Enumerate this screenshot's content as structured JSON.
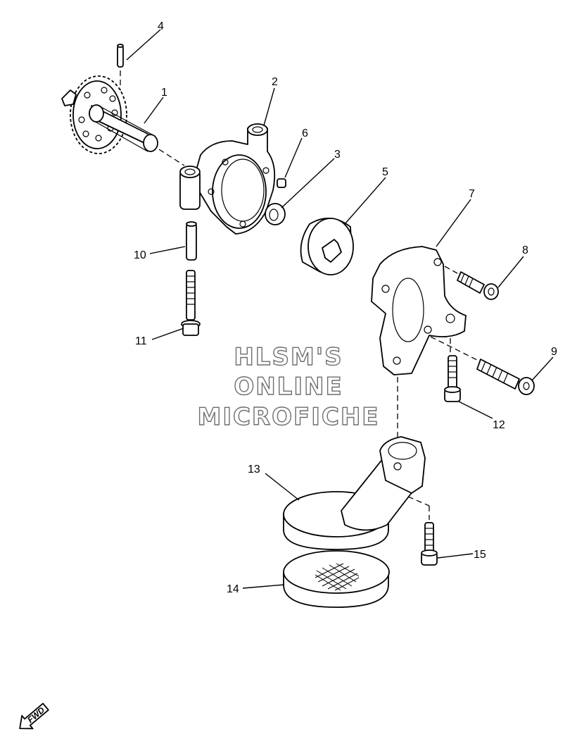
{
  "diagram": {
    "callouts": [
      "1",
      "2",
      "3",
      "4",
      "5",
      "6",
      "7",
      "8",
      "9",
      "10",
      "11",
      "12",
      "13",
      "14",
      "15"
    ],
    "watermark": [
      "HLSM'S",
      "ONLINE",
      "MICROFICHE"
    ],
    "fwd_label": "FWD"
  }
}
